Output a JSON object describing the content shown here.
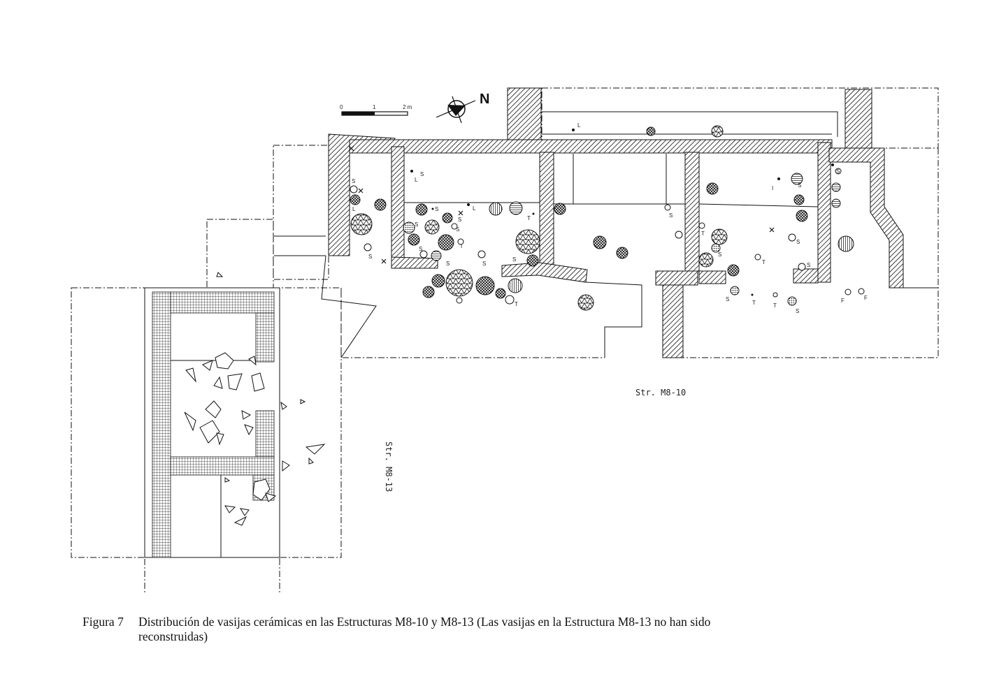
{
  "scale_bar": {
    "ticks": [
      "0",
      "1",
      "2 m"
    ]
  },
  "north_arrow": {
    "label": "N"
  },
  "structures": [
    {
      "id": "m8-10",
      "label": "Str. M8-10"
    },
    {
      "id": "m8-13",
      "label": "Str. M8-13"
    }
  ],
  "vessel_letters": {
    "codes": [
      "S",
      "L",
      "T",
      "I",
      "F",
      "X"
    ]
  },
  "caption": {
    "figure_label": "Figura 7",
    "text": "Distribución de vasijas cerámicas en las Estructuras M8-10 y M8-13 (Las vasijas en la Estructura M8-13 no han sido reconstruidas)"
  },
  "colors": {
    "ink": "#111111",
    "paper": "#ffffff"
  }
}
